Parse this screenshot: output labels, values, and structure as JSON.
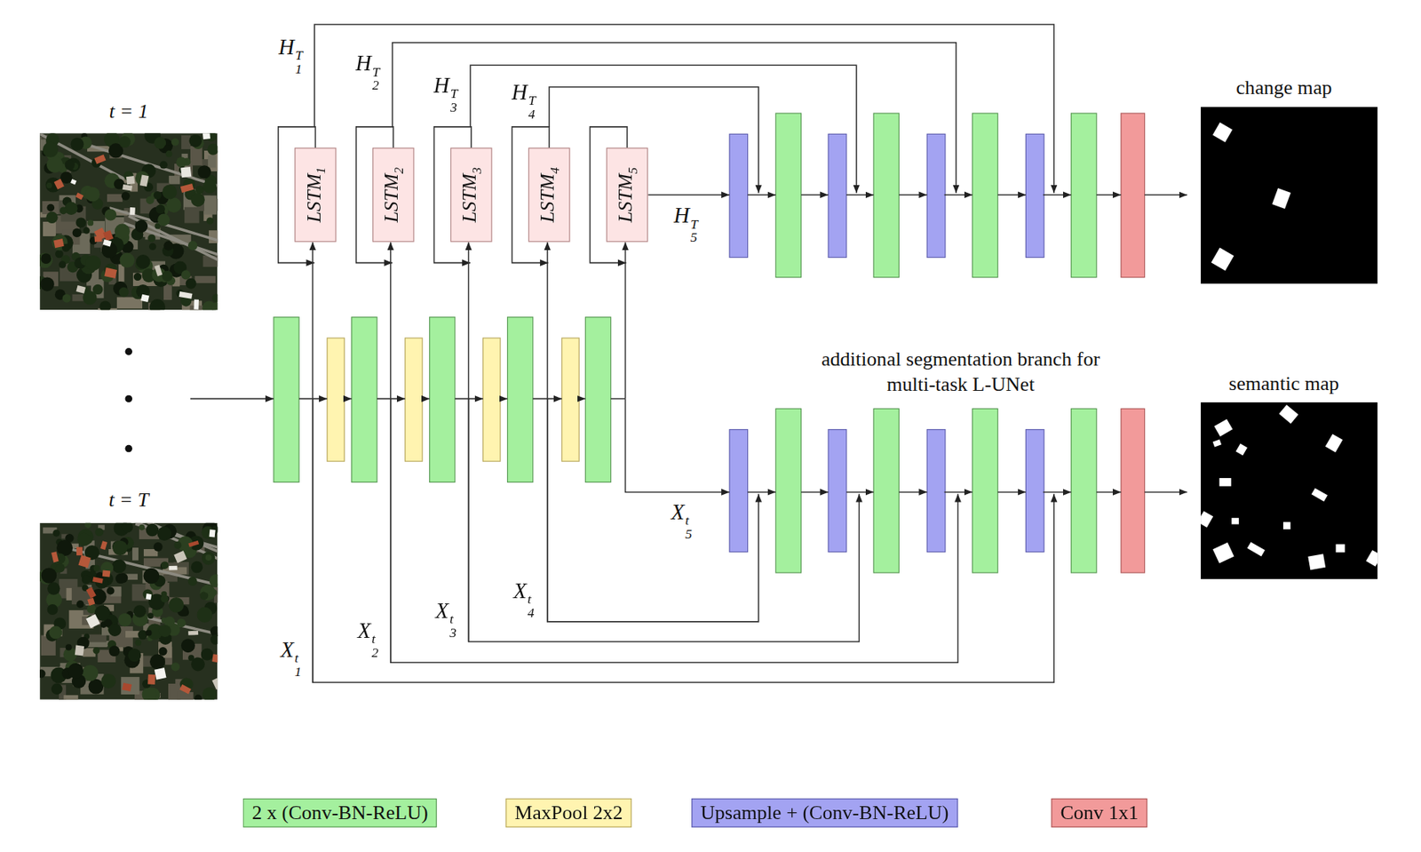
{
  "diagram": {
    "nodes": [
      {
        "text": [
          "LSTM1"
        ]
      },
      {
        "text": [
          "LSTM2"
        ]
      },
      {
        "text": [
          "LSTM3"
        ]
      },
      {
        "text": [
          "LSTM4"
        ]
      },
      {
        "text": [
          "LSTM5"
        ]
      }
    ],
    "labels": [
      "t = 1",
      "t = T",
      "H1T",
      "H2T",
      "H3T",
      "H4T",
      "H5T",
      "X1t",
      "X2t",
      "X3t",
      "X4t",
      "X5t",
      "additional segmentation branch for multi-task L-UNet",
      "change map",
      "semantic map"
    ],
    "legend": [
      {
        "text": "2 x (Conv-BN-ReLU)",
        "color": "#a4f09e"
      },
      {
        "text": "MaxPool 2x2",
        "color": "#fff4b0"
      },
      {
        "text": "Upsample + (Conv-BN-ReLU)",
        "color": "#a3a3f2"
      },
      {
        "text": "Conv 1x1",
        "color": "#f29a9a"
      }
    ]
  }
}
